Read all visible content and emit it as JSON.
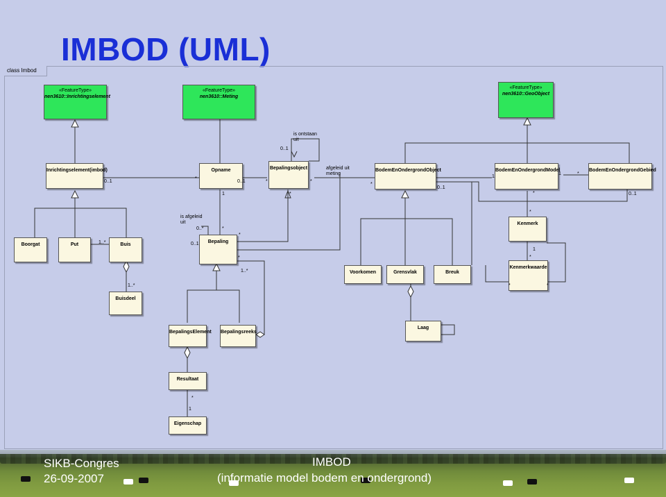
{
  "title": "IMBOD (UML)",
  "diagram_label": "class Imbod",
  "classes": {
    "ft1": {
      "stereotype": "«FeatureType»",
      "name": "nen3610::Inrichtingselement"
    },
    "ft2": {
      "stereotype": "«FeatureType»",
      "name": "nen3610::Meting"
    },
    "ft3": {
      "stereotype": "«FeatureType»",
      "name": "nen3610::GeoObject"
    },
    "inrichting": "Inrichtingselement(imbod)",
    "opname": "Opname",
    "bepalingsobject": "Bepalingsobject",
    "bodemobject": "BodemEnOndergrondObject",
    "bodemmodel": "BodemEnOndergrondModel",
    "bodemgebied": "BodemEnOndergrondGebied",
    "boorgat": "Boorgat",
    "put": "Put",
    "buis": "Buis",
    "bepaling": "Bepaling",
    "kenmerk": "Kenmerk",
    "voorkomen": "Voorkomen",
    "grensvlak": "Grensvlak",
    "breuk": "Breuk",
    "kenmerkwaarde": "Kenmerkwaarde",
    "buisdeel": "Buisdeel",
    "laag": "Laag",
    "bepalingselement": "BepalingsElement",
    "bepalingsreeks": "Bepalingsreeks",
    "resultaat": "Resultaat",
    "eigenschap": "Eigenschap"
  },
  "labels": {
    "ontstaan": "is ontstaan uit",
    "ontstaan_mult": "0..1",
    "afgeleid_meting": "afgeleid uit meting",
    "afgeleid_uit": "is afgeleid uit",
    "m_inr_01": "0..1",
    "m_opn_star": "*",
    "m_opn_01": "0..1",
    "m_opn_1": "1",
    "m_bo_star_l": "*",
    "m_bo_star_r": "*",
    "m_bo_star_b": "*",
    "m_bob_star": "*",
    "m_bob_01": "0..1",
    "m_bom_1_l": "1",
    "m_bom_1_r": "1",
    "m_bom_star_b": "*",
    "m_bog_star": "*",
    "m_bog_01": "0..1",
    "m_ken_star_t": "*",
    "m_ken_1": "1",
    "m_ken_star": "*",
    "m_kw_star_l": "*",
    "m_kw_star_r": "*",
    "m_put_1n": "1..*",
    "m_bep_0n": "0..*",
    "m_bep_star": "*",
    "m_bep_01": "0..1",
    "m_bep_star_r": "*",
    "m_bep_star_b": "*",
    "m_bep_1n": "1..*",
    "m_buis_1n": "1..*",
    "m_res_star": "*",
    "m_res_1": "1"
  },
  "footer": {
    "org": "SIKB-Congres",
    "date": "26-09-2007",
    "t1": "IMBOD",
    "t2": "(informatie model bodem en ondergrond)"
  },
  "colors": {
    "title": "#1a2fd6",
    "featuretype": "#2ee65a",
    "class": "#fbf7e1",
    "background": "#c6cce9"
  }
}
